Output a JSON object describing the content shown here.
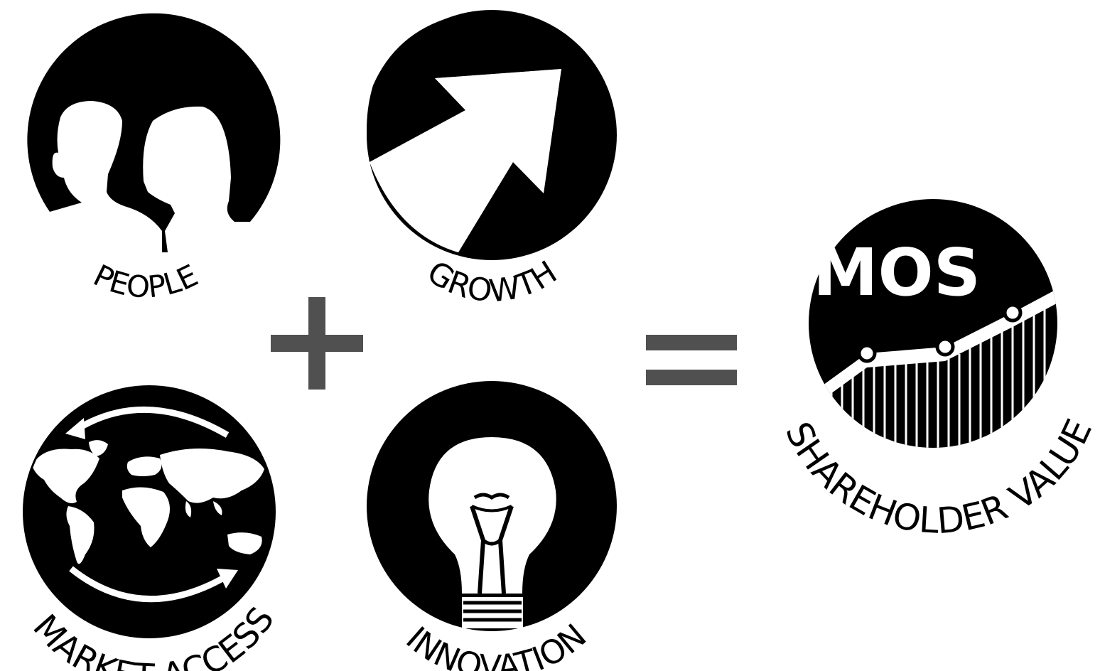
{
  "colors": {
    "icon": "#000000",
    "background": "#ffffff",
    "operator": "#505050"
  },
  "items": {
    "people": {
      "label": "PEOPLE",
      "icon": "people-icon"
    },
    "growth": {
      "label": "GROWTH",
      "icon": "arrow-up-right-icon"
    },
    "market_access": {
      "label": "MARKET ACCESS",
      "icon": "globe-icon"
    },
    "innovation": {
      "label": "INNOVATION",
      "icon": "lightbulb-icon"
    }
  },
  "operators": {
    "plus": "plus-icon",
    "equals": "equals-icon"
  },
  "result": {
    "title": "MOS",
    "label": "SHAREHOLDER VALUE",
    "icon": "rising-chart-icon"
  }
}
